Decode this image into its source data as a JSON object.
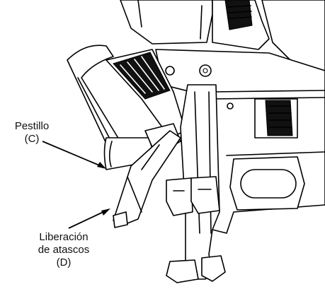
{
  "labels": {
    "latch_line1": "Pestillo",
    "latch_line2": "(C)",
    "jam_line1": "Liberación",
    "jam_line2": "de atascos",
    "jam_line3": "(D)"
  },
  "colors": {
    "line": "#000000",
    "background": "#ffffff"
  }
}
